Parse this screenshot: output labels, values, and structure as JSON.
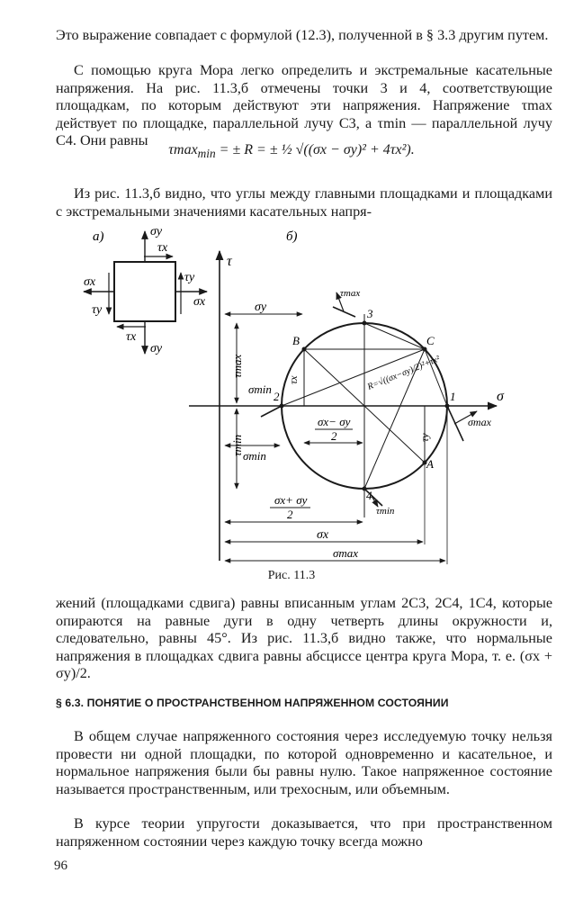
{
  "paragraphs": {
    "p1": "Это выражение совпадает с формулой (12.3), полученной в § 3.3 другим путем.",
    "p2": "С помощью круга Мора легко определить и экстремальные касательные напряжения. На рис. 11.3,б отмечены точки 3 и 4, соответствующие площадкам, по которым действуют эти напряжения. Напряжение τmax действует по площадке, параллельной лучу C3, а τmin — параллельной лучу C4. Они равны",
    "p3": "Из рис. 11.3,б видно, что углы между главными площадками и площадками с экстремальными значениями касательных напря-",
    "p4": "жений (площадками сдвига) равны вписанным углам 2C3, 2C4, 1C4, которые опираются на равные дуги в одну четверть длины окружности и, следовательно, равны 45°. Из рис. 11.3,б видно также, что нормальные напряжения в площадках сдвига равны абсциссе центра круга Мора, т. е. (σx + σy)/2.",
    "p5": "В общем случае напряженного состояния через исследуемую точку нельзя провести ни одной площадки, по которой одновременно и касательное, и нормальное напряжения были бы равны нулю. Такое напряженное состояние называется пространственным, или трехосным, или объемным.",
    "p6": "В курсе теории упругости доказывается, что при пространственном напряженном состоянии через каждую точку всегда можно"
  },
  "formula": {
    "lhs_top": "τmax",
    "lhs_bottom": "min",
    "rhs": "= ± R = ± ½ √((σx − σy)² + 4τx²)."
  },
  "figure": {
    "panel_a": "а)",
    "panel_b": "б)",
    "caption": "Рис. 11.3",
    "labels": {
      "sigma_y": "σy",
      "tau_x": "τx",
      "tau_y": "τy",
      "sigma_x": "σx",
      "axis_tau": "τ",
      "axis_sigma": "σ",
      "tau_max": "τmax",
      "tau_min": "τmin",
      "sigma_min": "σmin",
      "sigma_max": "σmax",
      "point_1": "1",
      "point_2": "2",
      "point_3": "3",
      "point_4": "4",
      "point_A": "A",
      "point_B": "B",
      "point_C": "C",
      "half_diff_num": "σx− σy",
      "half_diff_den": "2",
      "half_sum_num": "σx+ σy",
      "half_sum_den": "2",
      "radius": "R=√((σx−σy)/2)²+τx²"
    }
  },
  "section_heading": "§ 6.3. ПОНЯТИЕ О ПРОСТРАНСТВЕННОМ НАПРЯЖЕННОМ СОСТОЯНИИ",
  "page_number": "96"
}
